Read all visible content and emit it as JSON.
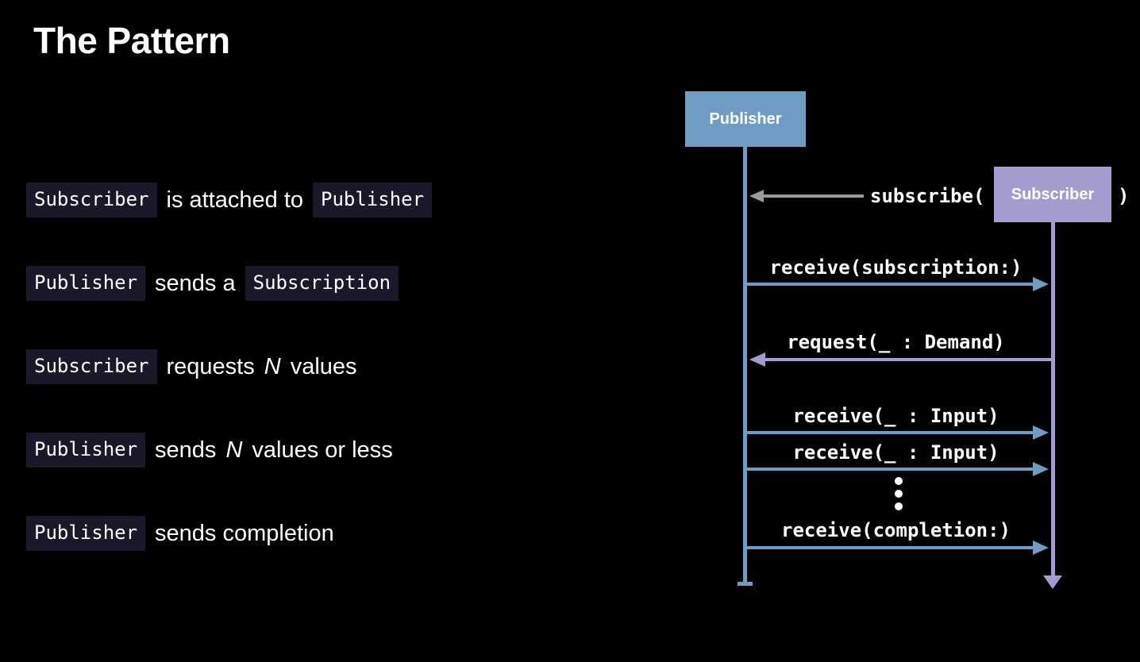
{
  "title": "The Pattern",
  "colors": {
    "background": "#000000",
    "text": "#ffffff",
    "blue": "#6e9cc3",
    "purple": "#a39ccf",
    "gray": "#9a9a9a",
    "chip_bg": "#191929"
  },
  "bullets": [
    {
      "code1": "Subscriber",
      "text1": "is attached to",
      "code2": "Publisher"
    },
    {
      "code1": "Publisher",
      "text1": "sends a",
      "code2": "Subscription"
    },
    {
      "code1": "Subscriber",
      "text1": "requests",
      "em": "N",
      "text2": "values"
    },
    {
      "code1": "Publisher",
      "text1": "sends",
      "em": "N",
      "text2": "values or less"
    },
    {
      "code1": "Publisher",
      "text1": "sends completion"
    }
  ],
  "diagram": {
    "publisher_label": "Publisher",
    "subscriber_label": "Subscriber",
    "subscribe_call": {
      "prefix": "subscribe(",
      "suffix": ")"
    },
    "messages": [
      {
        "label": "receive(subscription:)",
        "direction": "right"
      },
      {
        "label": "request(_ : Demand)",
        "direction": "left"
      },
      {
        "label": "receive(_ : Input)",
        "direction": "right"
      },
      {
        "label": "receive(_ : Input)",
        "direction": "right"
      },
      {
        "label": "receive(completion:)",
        "direction": "right"
      }
    ],
    "ellipsis_dots": 3
  }
}
